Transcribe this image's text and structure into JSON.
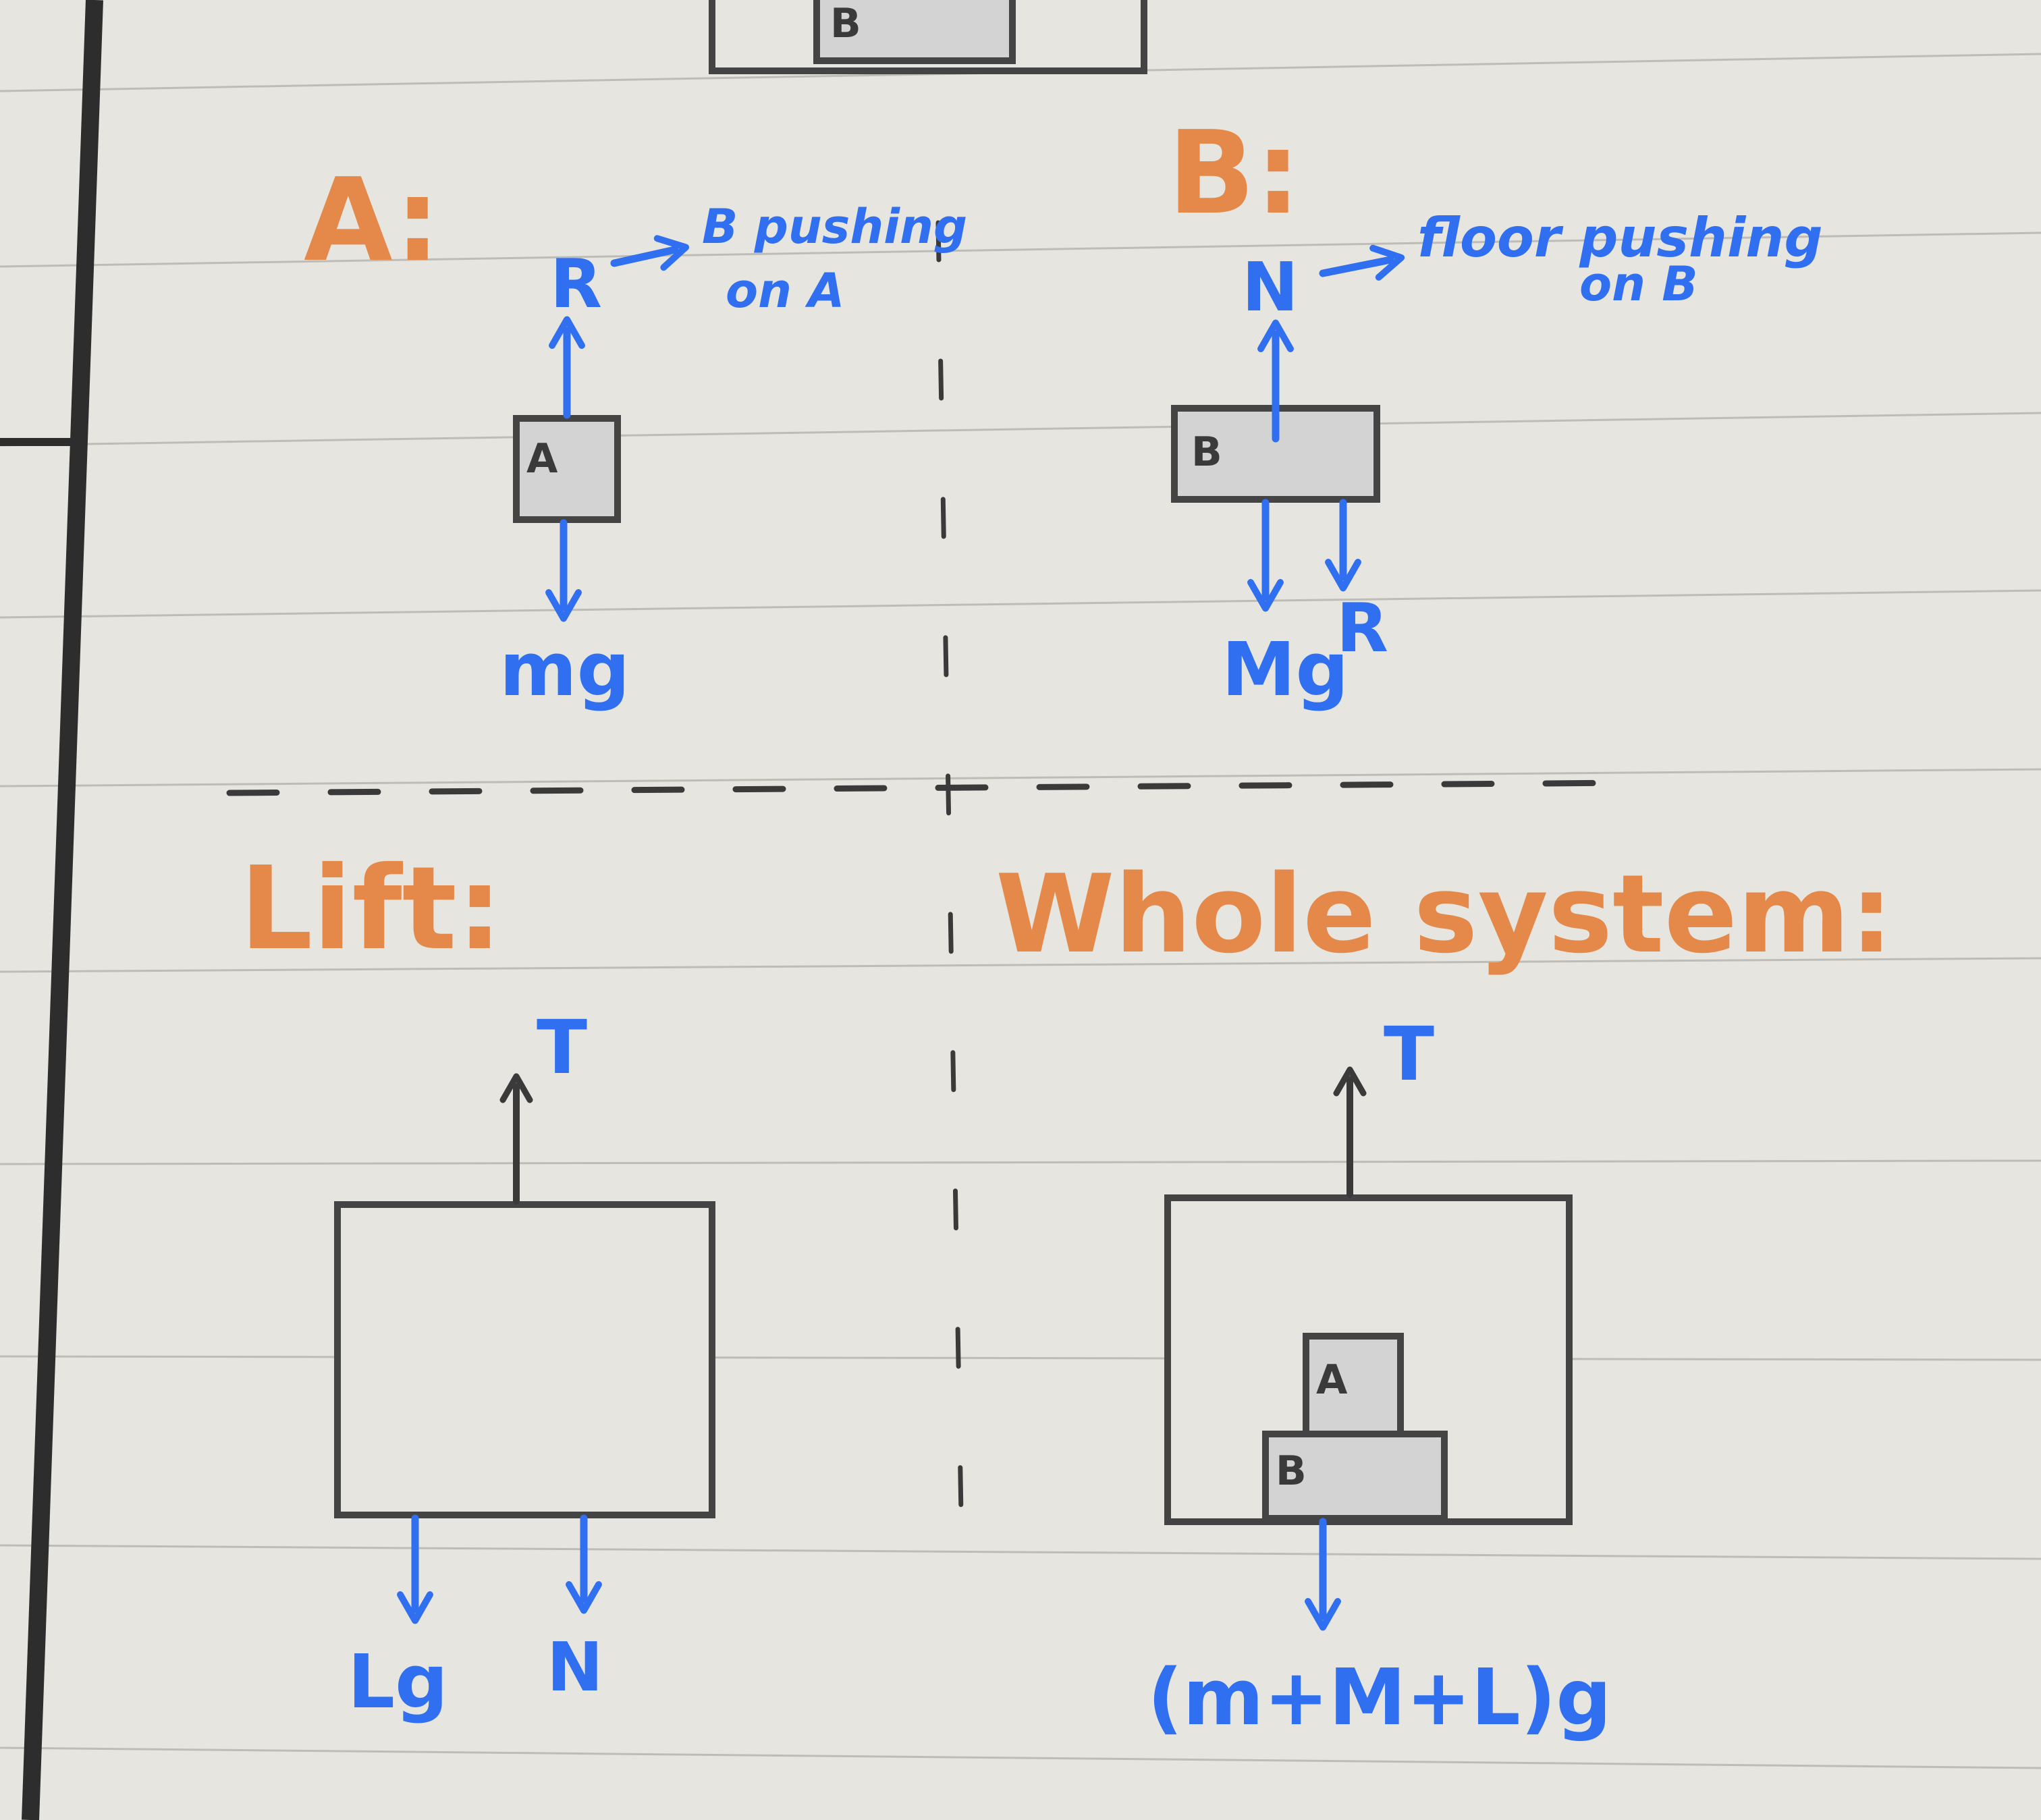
{
  "colors": {
    "paper": "#e6e5df",
    "heading": "#e4894a",
    "force": "#2f6ff0",
    "outline": "#444444",
    "box_fill": "#d3d3d3"
  },
  "top_partial": {
    "box_label": "B"
  },
  "panel_a": {
    "title": "A:",
    "box_label": "A",
    "force_up": "R",
    "force_down": "mg",
    "note_line1": "B pushing",
    "note_line2": "on A"
  },
  "panel_b": {
    "title": "B:",
    "box_label": "B",
    "force_up": "N",
    "force_down_1": "Mg",
    "force_down_2": "R",
    "note_line1": "floor pushing",
    "note_line2": "on B"
  },
  "panel_lift": {
    "title": "Lift:",
    "force_up": "T",
    "force_down_1": "Lg",
    "force_down_2": "N"
  },
  "panel_system": {
    "title": "Whole system:",
    "box_a_label": "A",
    "box_b_label": "B",
    "force_up": "T",
    "force_down": "(m+M+L)g"
  }
}
